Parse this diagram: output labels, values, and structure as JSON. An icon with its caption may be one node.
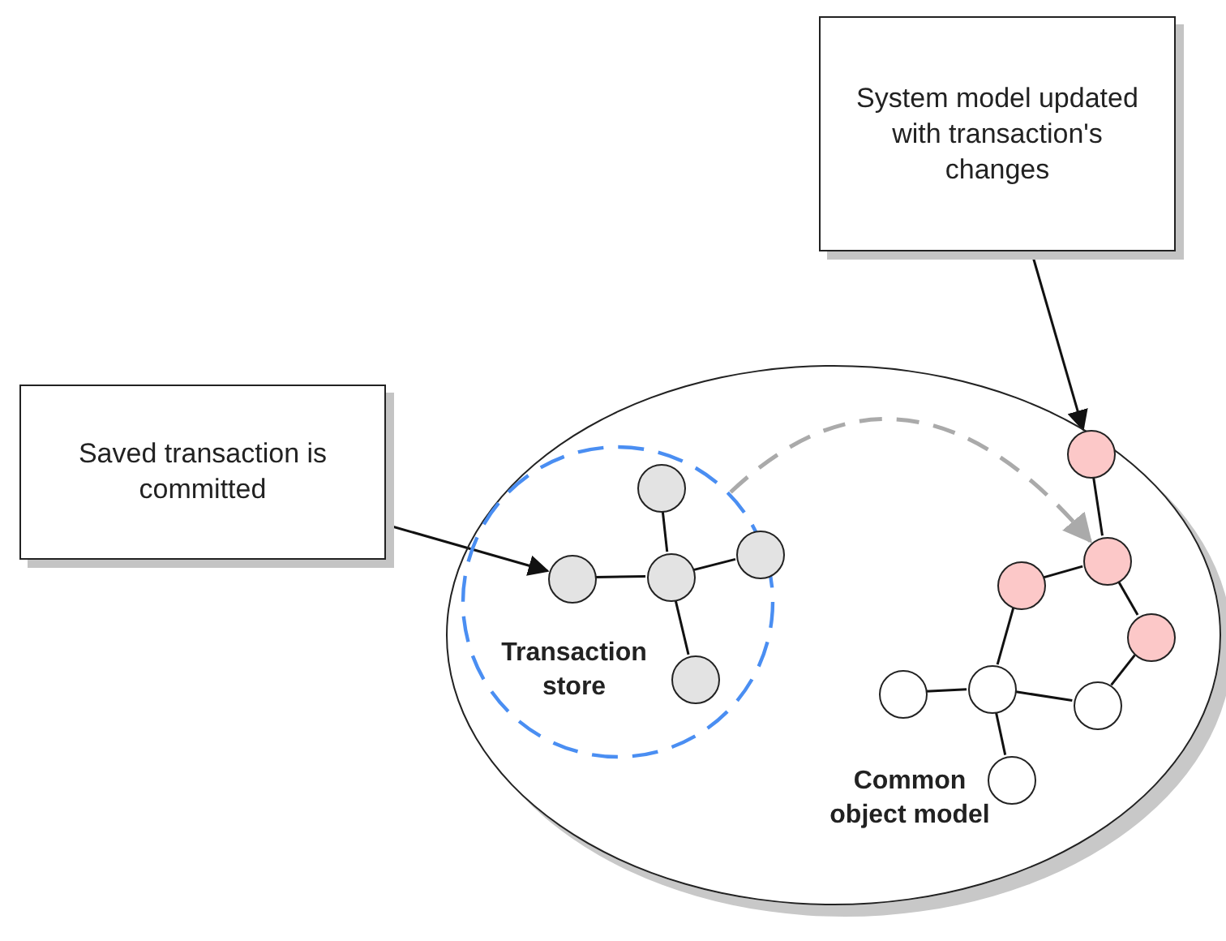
{
  "diagram": {
    "nodes": [
      {
        "text": [
          "System model updated with transaction's changes"
        ]
      },
      {
        "text": [
          "Saved transaction is committed"
        ]
      },
      {
        "text": [
          "Common object model"
        ]
      },
      {
        "text": [
          "Transaction store"
        ],
        "in": 2
      },
      {
        "text": [],
        "shape": "circle",
        "in": 3
      },
      {
        "text": [],
        "shape": "circle",
        "in": 3
      },
      {
        "text": [],
        "shape": "circle",
        "in": 3
      },
      {
        "text": [],
        "shape": "circle",
        "in": 3
      },
      {
        "text": [],
        "shape": "circle",
        "in": 3
      },
      {
        "text": [],
        "shape": "circle",
        "in": 2
      },
      {
        "text": [],
        "shape": "circle",
        "in": 2
      },
      {
        "text": [],
        "shape": "circle",
        "in": 2
      },
      {
        "text": [],
        "shape": "circle",
        "in": 2
      },
      {
        "text": [],
        "shape": "circle",
        "in": 2
      },
      {
        "text": [],
        "shape": "circle",
        "in": 2
      },
      {
        "text": [],
        "shape": "circle",
        "in": 2
      },
      {
        "text": [],
        "shape": "circle",
        "in": 2
      }
    ],
    "edges": [
      {
        "from": 1,
        "to": 5,
        "arrow": "to"
      },
      {
        "from": 0,
        "to": 9,
        "arrow": "to"
      },
      {
        "from": 3,
        "to": 10,
        "arrow": "to",
        "style": "dashed",
        "color": "#aaaaaa"
      },
      {
        "from": 6,
        "to": 4,
        "arrow": "none"
      },
      {
        "from": 6,
        "to": 5,
        "arrow": "none"
      },
      {
        "from": 6,
        "to": 7,
        "arrow": "none"
      },
      {
        "from": 6,
        "to": 8,
        "arrow": "none"
      },
      {
        "from": 9,
        "to": 10,
        "arrow": "none"
      },
      {
        "from": 10,
        "to": 11,
        "arrow": "none"
      },
      {
        "from": 10,
        "to": 12,
        "arrow": "none"
      },
      {
        "from": 11,
        "to": 13,
        "arrow": "none"
      },
      {
        "from": 12,
        "to": 15,
        "arrow": "none"
      },
      {
        "from": 13,
        "to": 14,
        "arrow": "none"
      },
      {
        "from": 13,
        "to": 15,
        "arrow": "none"
      },
      {
        "from": 13,
        "to": 16,
        "arrow": "none"
      }
    ]
  }
}
